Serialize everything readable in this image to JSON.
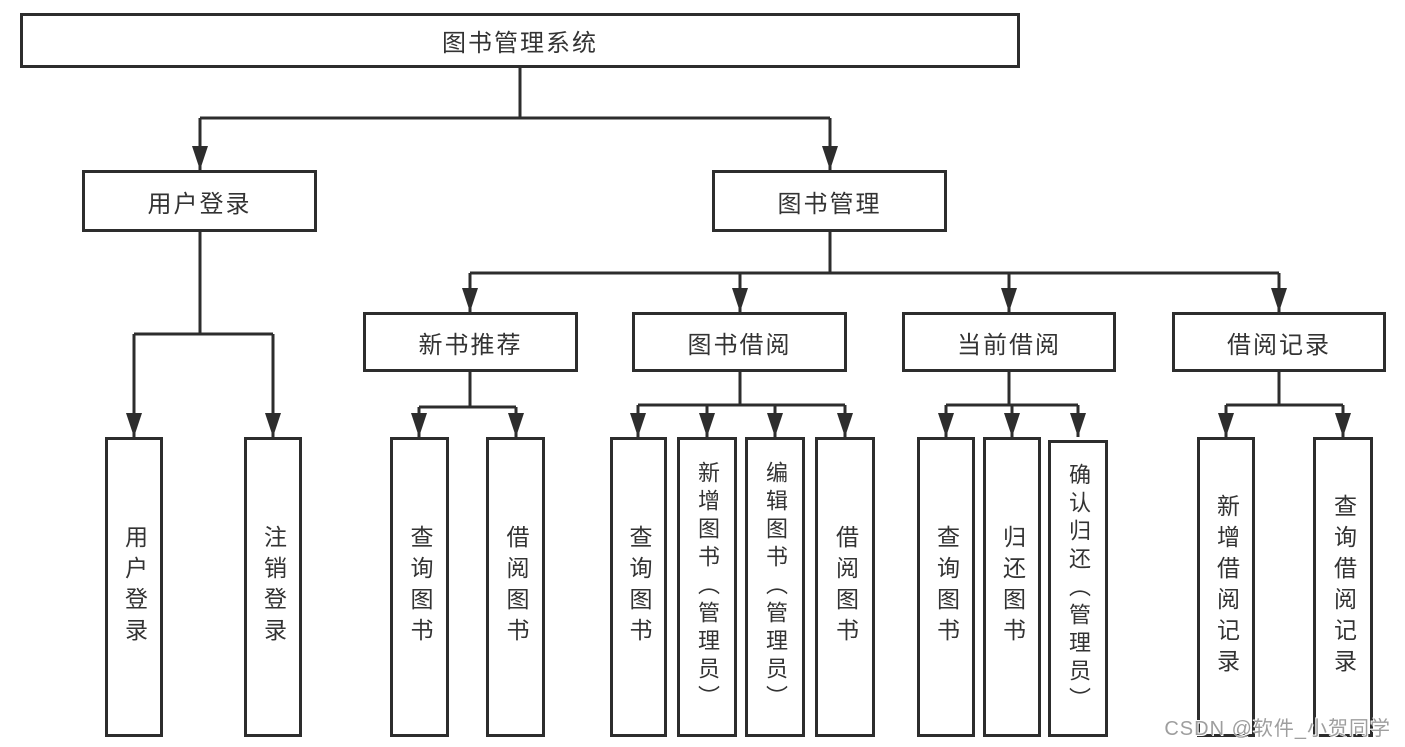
{
  "diagram": {
    "root": {
      "label": "图书管理系统",
      "children": [
        {
          "label": "用户登录",
          "children": [
            {
              "label": "用户登录"
            },
            {
              "label": "注销登录"
            }
          ]
        },
        {
          "label": "图书管理",
          "children": [
            {
              "label": "新书推荐",
              "children": [
                {
                  "label": "查询图书"
                },
                {
                  "label": "借阅图书"
                }
              ]
            },
            {
              "label": "图书借阅",
              "children": [
                {
                  "label": "查询图书"
                },
                {
                  "label": "新增图书（管理员）"
                },
                {
                  "label": "编辑图书（管理员）"
                },
                {
                  "label": "借阅图书"
                }
              ]
            },
            {
              "label": "当前借阅",
              "children": [
                {
                  "label": "查询图书"
                },
                {
                  "label": "归还图书"
                },
                {
                  "label": "确认归还（管理员）"
                }
              ]
            },
            {
              "label": "借阅记录",
              "children": [
                {
                  "label": "新增借阅记录"
                },
                {
                  "label": "查询借阅记录"
                }
              ]
            }
          ]
        }
      ]
    }
  },
  "watermark": "CSDN @软件_小贺同学",
  "colors": {
    "line": "#2d2d2d",
    "box_border": "#2d2d2d",
    "box_fill": "#ffffff",
    "label_text": "#333333",
    "watermark_text": "#9e9e9e",
    "background": "#ffffff"
  }
}
